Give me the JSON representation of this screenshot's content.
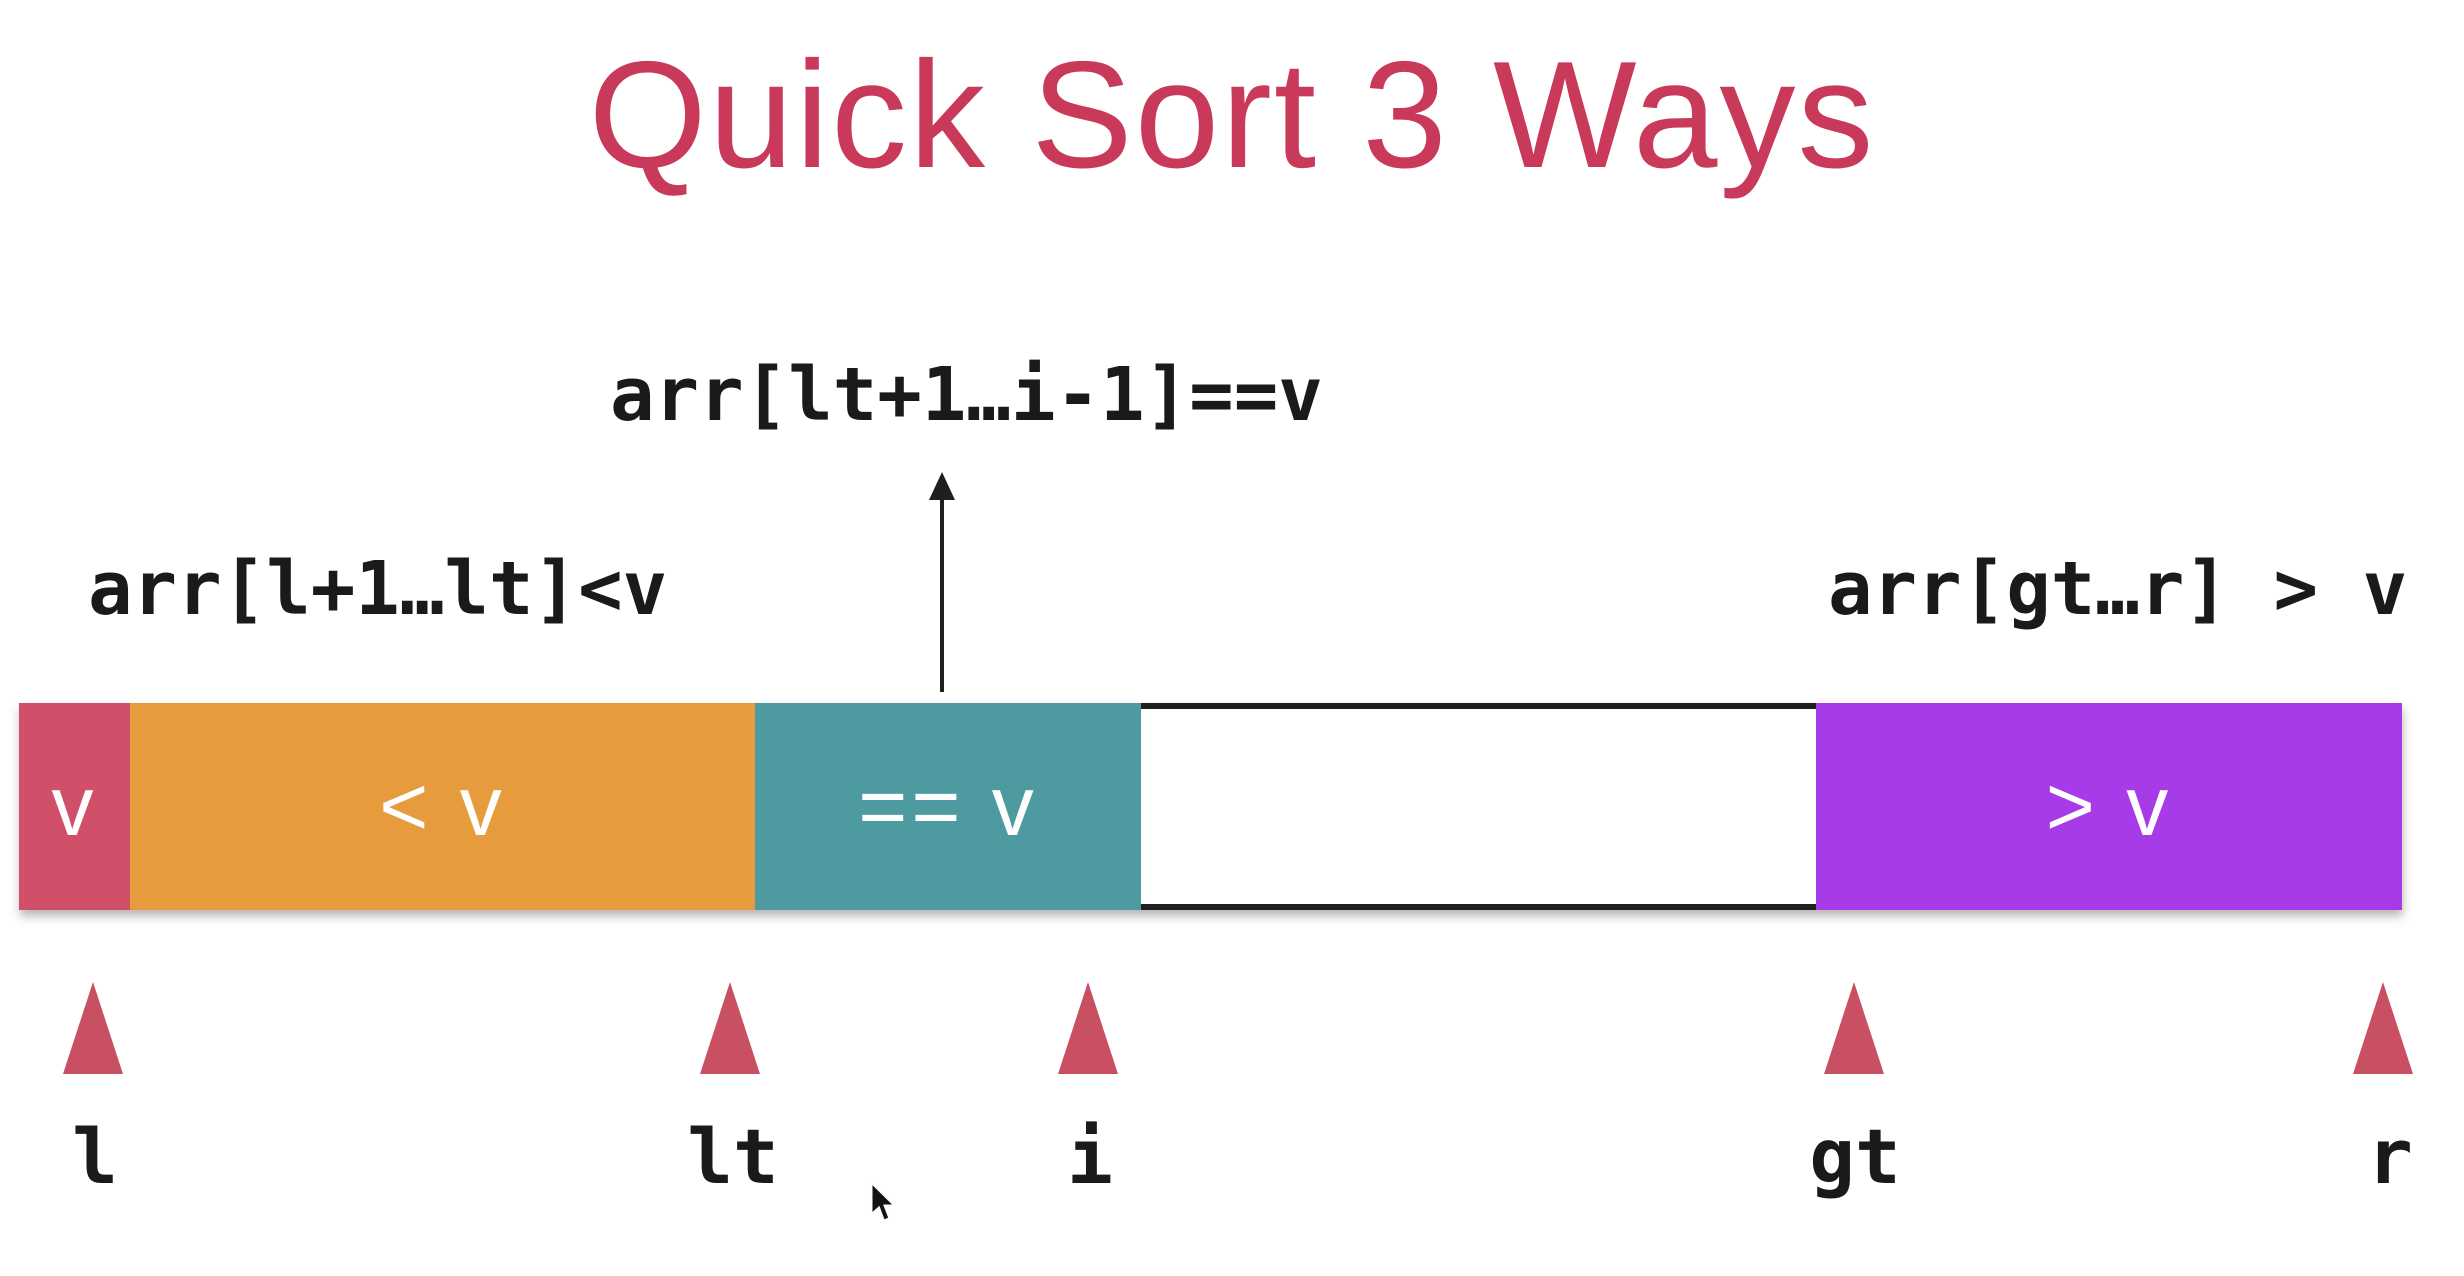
{
  "title": {
    "text": "Quick Sort 3 Ways",
    "color": "#c9395a"
  },
  "annotations": {
    "equal_region": "arr[lt+1…i-1]==v",
    "less_region": "arr[l+1…lt]<v",
    "greater_region": "arr[gt…r] > v"
  },
  "bar": {
    "segments": [
      {
        "name": "pivot",
        "label": "v",
        "color": "#cf5068",
        "text_color": "#ffffff"
      },
      {
        "name": "less",
        "label": "< v",
        "color": "#e69c3c",
        "text_color": "#ffffff"
      },
      {
        "name": "equal",
        "label": "== v",
        "color": "#4d9ba1",
        "text_color": "#ffffff"
      },
      {
        "name": "unprocessed",
        "label": "",
        "color": "#ffffff",
        "border_color": "#1f1f1f"
      },
      {
        "name": "greater",
        "label": "> v",
        "color": "#a83be8",
        "text_color": "#ffffff"
      }
    ]
  },
  "pointers": {
    "color": "#c94f63",
    "items": [
      {
        "label": "l"
      },
      {
        "label": "lt"
      },
      {
        "label": "i"
      },
      {
        "label": "gt"
      },
      {
        "label": "r"
      }
    ]
  },
  "cursor_icon": "arrow-pointer"
}
